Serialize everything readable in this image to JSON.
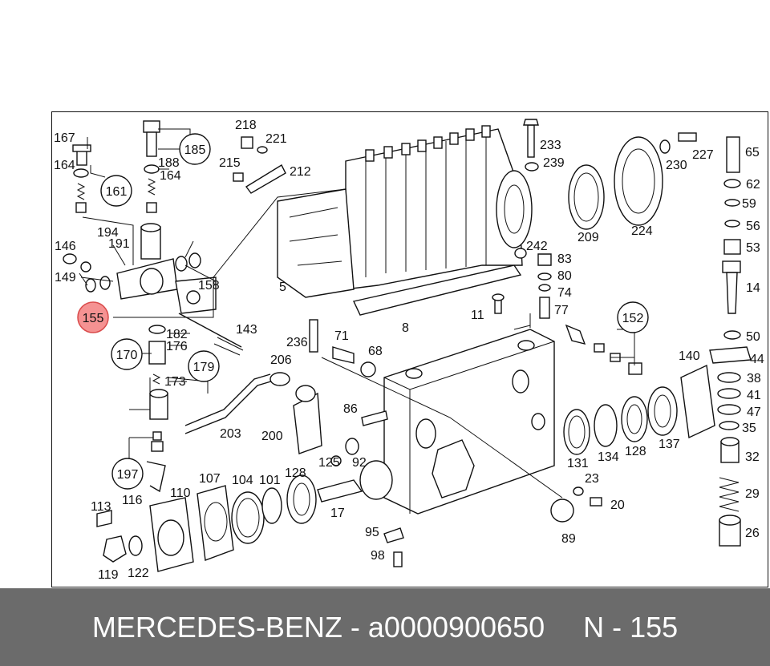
{
  "footer": {
    "brand": "MERCEDES-BENZ",
    "separator": "-",
    "part_number": "a0000900650",
    "position": "N - 155"
  },
  "highlight_color": "#f26d6d",
  "callouts": [
    "155",
    "161",
    "170",
    "179",
    "185",
    "197",
    "152"
  ],
  "labels": [
    "167",
    "164",
    "188",
    "164",
    "218",
    "221",
    "212",
    "215",
    "194",
    "191",
    "146",
    "149",
    "158",
    "5",
    "143",
    "182",
    "176",
    "173",
    "236",
    "71",
    "68",
    "206",
    "203",
    "200",
    "86",
    "125",
    "92",
    "128",
    "107",
    "104",
    "101",
    "110",
    "113",
    "116",
    "119",
    "122",
    "17",
    "95",
    "98",
    "89",
    "20",
    "23",
    "131",
    "134",
    "128",
    "137",
    "140",
    "233",
    "239",
    "209",
    "224",
    "230",
    "227",
    "65",
    "62",
    "59",
    "56",
    "53",
    "14",
    "50",
    "44",
    "38",
    "41",
    "47",
    "35",
    "32",
    "29",
    "26",
    "242",
    "83",
    "80",
    "74",
    "77",
    "11",
    "8"
  ]
}
